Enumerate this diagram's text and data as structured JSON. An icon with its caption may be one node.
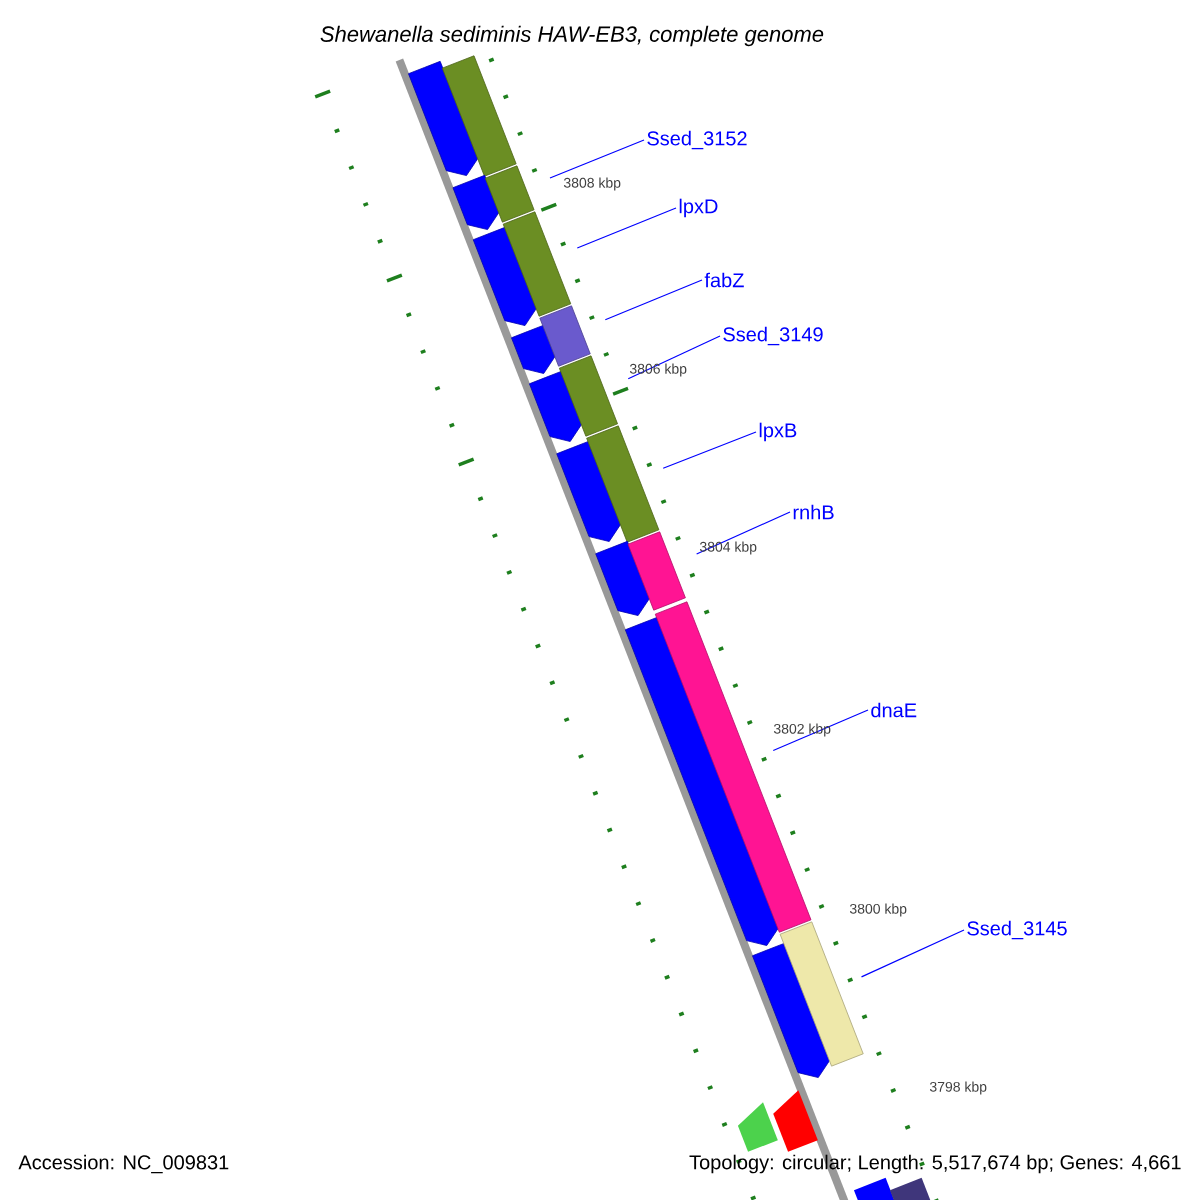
{
  "diagram": {
    "title": "Shewanella sediminis HAW-EB3, complete genome",
    "nodes": [
      {
        "text": [],
        "shape": "arrow"
      },
      {
        "text": [],
        "shape": "bar"
      },
      {
        "text": [],
        "shape": "arrow"
      },
      {
        "text": [],
        "shape": "bar"
      },
      {
        "text": [],
        "shape": "arrow"
      },
      {
        "text": [],
        "shape": "bar"
      },
      {
        "text": [],
        "shape": "arrow"
      },
      {
        "text": [],
        "shape": "bar"
      },
      {
        "text": [],
        "shape": "arrow"
      },
      {
        "text": [],
        "shape": "bar"
      },
      {
        "text": [],
        "shape": "arrow"
      },
      {
        "text": [],
        "shape": "bar"
      },
      {
        "text": [],
        "shape": "arrow"
      },
      {
        "text": [],
        "shape": "bar"
      },
      {
        "text": [],
        "shape": "arrow"
      },
      {
        "text": [],
        "shape": "bar"
      },
      {
        "text": [],
        "shape": "arrow"
      },
      {
        "text": [],
        "shape": "bar"
      },
      {
        "text": [
          "Ssed_3152"
        ]
      },
      {
        "text": [
          "lpxD"
        ]
      },
      {
        "text": [
          "fabZ"
        ]
      },
      {
        "text": [
          "Ssed_3149"
        ]
      },
      {
        "text": [
          "lpxB"
        ]
      },
      {
        "text": [
          "rnhB"
        ]
      },
      {
        "text": [
          "dnaE"
        ]
      },
      {
        "text": [
          "Ssed_3145"
        ]
      }
    ],
    "edges": [
      {
        "from": 18,
        "to": 3,
        "arrow": "none"
      },
      {
        "from": 19,
        "to": 5,
        "arrow": "none"
      },
      {
        "from": 20,
        "to": 7,
        "arrow": "none"
      },
      {
        "from": 21,
        "to": 9,
        "arrow": "none"
      },
      {
        "from": 22,
        "to": 11,
        "arrow": "none"
      },
      {
        "from": 23,
        "to": 13,
        "arrow": "none"
      },
      {
        "from": 24,
        "to": 15,
        "arrow": "none"
      },
      {
        "from": 25,
        "to": 17,
        "arrow": "none"
      }
    ],
    "labels": [
      "3808 kbp",
      "3806 kbp",
      "3804 kbp",
      "3802 kbp",
      "3800 kbp",
      "3798 kbp",
      "Accession: NC_009831",
      "Topology: circular; Length: 5,517,674 bp; Genes: 4,661"
    ]
  }
}
